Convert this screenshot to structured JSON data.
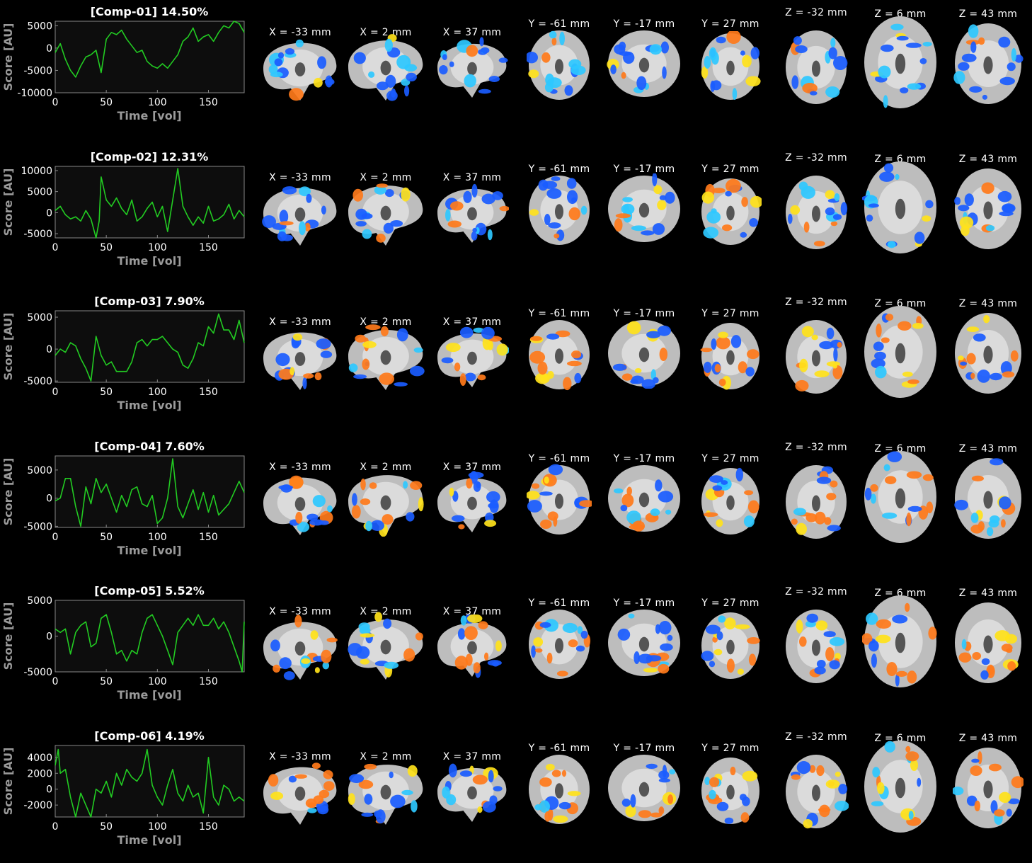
{
  "slice_labels": {
    "sagittal": [
      "X = -33 mm",
      "X = 2 mm",
      "X = 37 mm"
    ],
    "coronal": [
      "Y = -61 mm",
      "Y = -17 mm",
      "Y = 27 mm"
    ],
    "axial": [
      "Z = -32 mm",
      "Z = 6 mm",
      "Z = 43 mm"
    ]
  },
  "colors": {
    "trace": "#22cc22",
    "plot_bg": "#0d0d0d",
    "axis": "#888888",
    "positive": "#ff7a1a",
    "positive_peak": "#ffe21a",
    "negative": "#1a5cff",
    "negative_peak": "#2ec8ff"
  },
  "chart_data": [
    {
      "type": "line",
      "title": "[Comp-01] 14.50%",
      "xlabel": "Time [vol]",
      "ylabel": "Score [AU]",
      "xlim": [
        0,
        185
      ],
      "ylim": [
        -10000,
        6000
      ],
      "xticks": [
        0,
        50,
        100,
        150
      ],
      "yticks": [
        5000,
        0,
        -5000,
        -10000
      ],
      "x": [
        0,
        5,
        10,
        15,
        20,
        25,
        30,
        35,
        40,
        45,
        50,
        55,
        60,
        65,
        70,
        75,
        80,
        85,
        90,
        95,
        100,
        105,
        110,
        115,
        120,
        125,
        130,
        135,
        140,
        145,
        150,
        155,
        160,
        165,
        170,
        175,
        180,
        185
      ],
      "y": [
        -1000,
        1000,
        -2500,
        -5000,
        -6500,
        -4000,
        -2000,
        -1500,
        -500,
        -5500,
        2000,
        3500,
        3000,
        4000,
        2000,
        500,
        -1000,
        -500,
        -3000,
        -4000,
        -4500,
        -3500,
        -4500,
        -3000,
        -1500,
        1500,
        2500,
        4500,
        1500,
        2500,
        3000,
        1500,
        3500,
        5000,
        4500,
        6000,
        5500,
        3500
      ]
    },
    {
      "type": "line",
      "title": "[Comp-02] 12.31%",
      "xlabel": "Time [vol]",
      "ylabel": "Score [AU]",
      "xlim": [
        0,
        185
      ],
      "ylim": [
        -6000,
        11000
      ],
      "xticks": [
        0,
        50,
        100,
        150
      ],
      "yticks": [
        10000,
        5000,
        0,
        -5000
      ],
      "x": [
        0,
        5,
        10,
        15,
        20,
        25,
        30,
        35,
        40,
        43,
        45,
        50,
        55,
        60,
        65,
        70,
        75,
        80,
        85,
        90,
        95,
        100,
        105,
        110,
        115,
        120,
        125,
        130,
        135,
        140,
        145,
        150,
        155,
        160,
        165,
        170,
        175,
        180,
        185
      ],
      "y": [
        500,
        1500,
        -500,
        -1500,
        -1000,
        -2000,
        500,
        -1500,
        -6000,
        -2000,
        8500,
        3000,
        1500,
        3500,
        1000,
        -500,
        3000,
        -2000,
        -1000,
        1000,
        2500,
        -1000,
        1500,
        -4500,
        3000,
        10500,
        1500,
        -1000,
        -3000,
        -1000,
        -2500,
        1500,
        -2000,
        -1500,
        -500,
        2000,
        -1500,
        500,
        -1000
      ]
    },
    {
      "type": "line",
      "title": "[Comp-03] 7.90%",
      "xlabel": "Time [vol]",
      "ylabel": "Score [AU]",
      "xlim": [
        0,
        185
      ],
      "ylim": [
        -5200,
        6000
      ],
      "xticks": [
        0,
        50,
        100,
        150
      ],
      "yticks": [
        5000,
        0,
        -5000
      ],
      "x": [
        0,
        5,
        10,
        15,
        20,
        25,
        30,
        35,
        40,
        45,
        50,
        55,
        60,
        65,
        70,
        75,
        80,
        85,
        90,
        95,
        100,
        105,
        110,
        115,
        120,
        125,
        130,
        135,
        140,
        145,
        150,
        155,
        160,
        165,
        170,
        175,
        180,
        185
      ],
      "y": [
        -1000,
        0,
        -500,
        1000,
        500,
        -1500,
        -3000,
        -5000,
        2000,
        -1000,
        -2500,
        -2000,
        -3500,
        -3500,
        -3500,
        -2000,
        1000,
        1500,
        500,
        1500,
        1500,
        2000,
        1000,
        0,
        -500,
        -2500,
        -3000,
        -1500,
        1000,
        500,
        3500,
        2500,
        5500,
        3000,
        3000,
        1500,
        4500,
        1000
      ]
    },
    {
      "type": "line",
      "title": "[Comp-04] 7.60%",
      "xlabel": "Time [vol]",
      "ylabel": "Score [AU]",
      "xlim": [
        0,
        185
      ],
      "ylim": [
        -5200,
        7500
      ],
      "xticks": [
        0,
        50,
        100,
        150
      ],
      "yticks": [
        5000,
        0,
        -5000
      ],
      "x": [
        0,
        5,
        10,
        15,
        20,
        25,
        30,
        35,
        40,
        45,
        50,
        55,
        60,
        65,
        70,
        75,
        80,
        85,
        90,
        95,
        100,
        105,
        110,
        115,
        120,
        125,
        130,
        135,
        140,
        145,
        150,
        155,
        160,
        165,
        170,
        175,
        180,
        185
      ],
      "y": [
        -500,
        0,
        3500,
        3500,
        -1500,
        -5000,
        2000,
        -1000,
        3500,
        1000,
        2500,
        0,
        -2500,
        500,
        -1500,
        1500,
        2000,
        -1000,
        -1500,
        500,
        -4500,
        -3500,
        0,
        7000,
        -1500,
        -3500,
        -1000,
        1500,
        -2000,
        1000,
        -2500,
        500,
        -3000,
        -2000,
        -1000,
        1000,
        3000,
        1000
      ]
    },
    {
      "type": "line",
      "title": "[Comp-05] 5.52%",
      "xlabel": "Time [vol]",
      "ylabel": "Score [AU]",
      "xlim": [
        0,
        185
      ],
      "ylim": [
        -5000,
        5000
      ],
      "xticks": [
        0,
        50,
        100,
        150
      ],
      "yticks": [
        5000,
        0,
        -5000
      ],
      "x": [
        0,
        5,
        10,
        15,
        20,
        25,
        30,
        35,
        40,
        45,
        50,
        55,
        60,
        65,
        70,
        75,
        80,
        85,
        90,
        95,
        100,
        105,
        110,
        115,
        120,
        125,
        130,
        135,
        140,
        145,
        150,
        155,
        160,
        165,
        170,
        175,
        180,
        183,
        185
      ],
      "y": [
        1000,
        500,
        1000,
        -2500,
        500,
        1500,
        2000,
        -1500,
        -1000,
        2500,
        3000,
        500,
        -2500,
        -2000,
        -3500,
        -2000,
        -2500,
        500,
        2500,
        3000,
        1500,
        0,
        -2000,
        -4000,
        500,
        1500,
        2500,
        1500,
        3000,
        1500,
        1500,
        2500,
        1000,
        2000,
        500,
        -1500,
        -3500,
        -5000,
        2000
      ]
    },
    {
      "type": "line",
      "title": "[Comp-06] 4.19%",
      "xlabel": "Time [vol]",
      "ylabel": "Score [AU]",
      "xlim": [
        0,
        185
      ],
      "ylim": [
        -3500,
        5500
      ],
      "xticks": [
        0,
        50,
        100,
        150
      ],
      "yticks": [
        4000,
        2000,
        0,
        -2000
      ],
      "x": [
        0,
        3,
        5,
        10,
        15,
        20,
        25,
        30,
        35,
        40,
        45,
        50,
        55,
        60,
        65,
        70,
        75,
        80,
        85,
        90,
        95,
        100,
        105,
        110,
        115,
        120,
        125,
        130,
        135,
        140,
        145,
        150,
        155,
        160,
        165,
        170,
        175,
        180,
        185
      ],
      "y": [
        3000,
        5000,
        2000,
        2500,
        -1000,
        -3500,
        -500,
        -2000,
        -3500,
        0,
        -500,
        1000,
        -1000,
        2000,
        500,
        2500,
        1500,
        1000,
        2000,
        5000,
        500,
        -1000,
        -2000,
        500,
        2500,
        -500,
        -1500,
        500,
        -1000,
        -500,
        -3000,
        4000,
        -1000,
        -2000,
        500,
        0,
        -1500,
        -1000,
        -1500
      ]
    }
  ]
}
